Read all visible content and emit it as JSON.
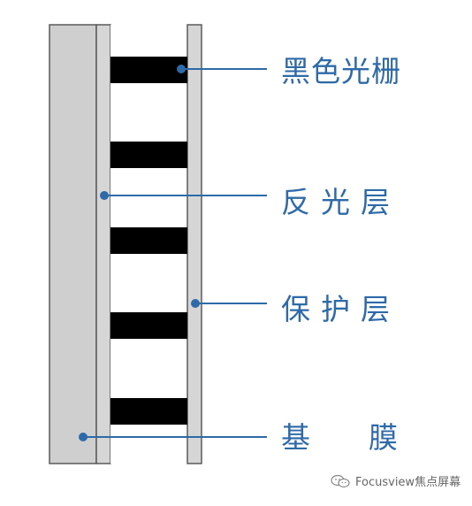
{
  "labels": {
    "black_grating": "黑色光栅",
    "reflective_layer": "反光层",
    "protective_layer": "保护层",
    "base_film": "基　　膜"
  },
  "watermark": {
    "text": "Focusview焦点屏幕",
    "icon": "wechat-icon"
  },
  "colors": {
    "label_text": "#2f6aa8",
    "leader_line": "#2f6aa8",
    "base_film_fill": "#cfcfcf",
    "protective_fill": "#d6d6d6",
    "layer_edge": "#5a5a5a",
    "grating_bar": "#000000",
    "reflective_fill": "#ffffff"
  },
  "grating_bar_count": 5
}
